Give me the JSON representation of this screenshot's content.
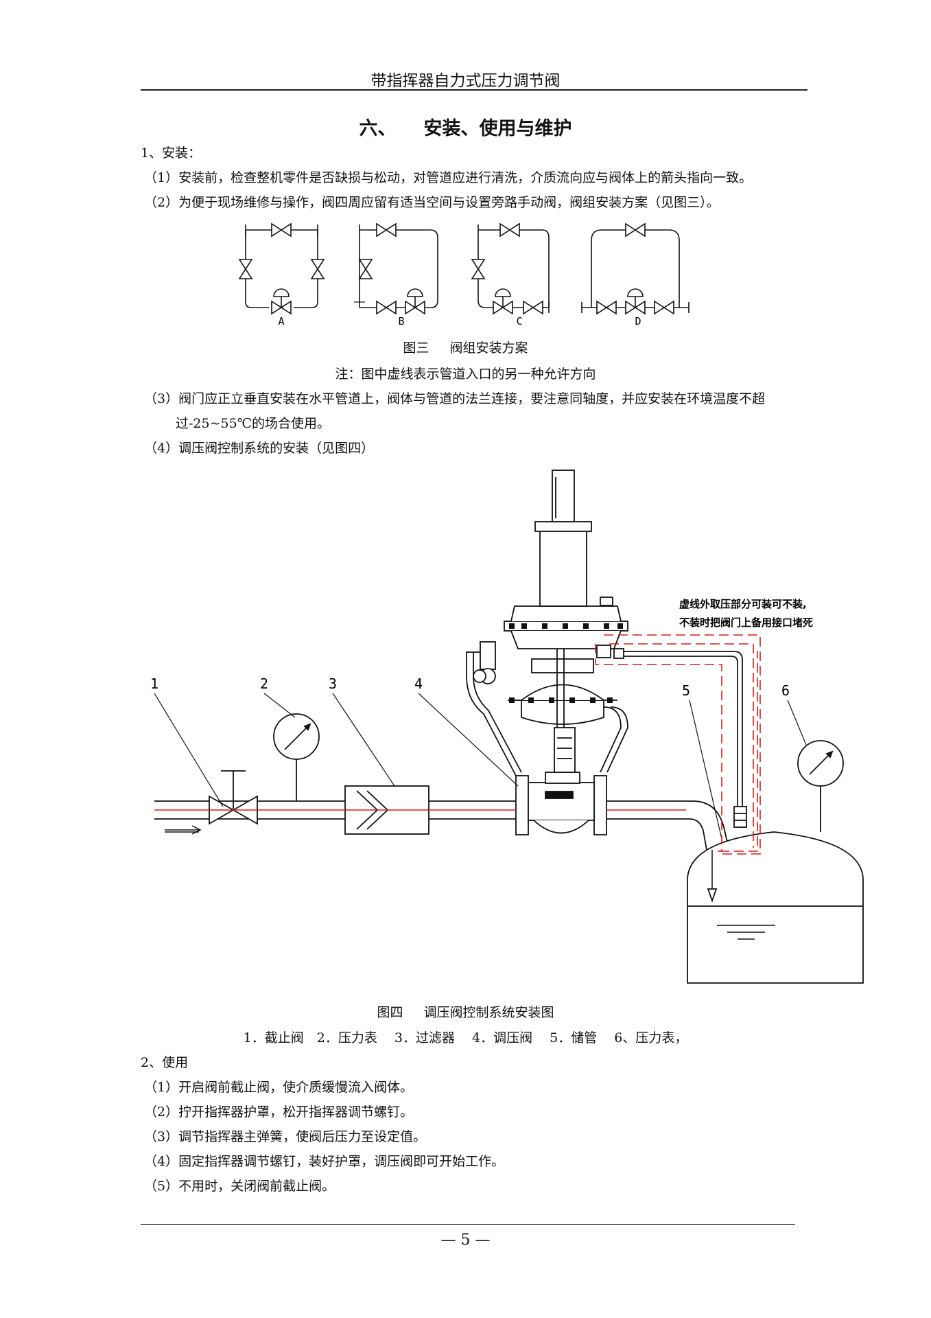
{
  "header": {
    "title": "带指挥器自力式压力调节阀"
  },
  "section": {
    "number": "六、",
    "title": "安装、使用与维护"
  },
  "install": {
    "heading": "1、安装：",
    "item1": "（1）安装前，检查整机零件是否缺损与松动，对管道应进行清洗，介质流向应与阀体上的箭头指向一致。",
    "item2": "（2）为便于现场维修与操作，阀四周应留有适当空间与设置旁路手动阀，阀组安装方案（见图三）。",
    "item3_line1": "（3）阀门应正立垂直安装在水平管道上，阀体与管道的法兰连接，要注意同轴度，并应安装在环境温度不超",
    "item3_line2": "过-25~55℃的场合使用。",
    "item4": "（4）调压阀控制系统的安装（见图四）"
  },
  "figure3": {
    "labels": [
      "A",
      "B",
      "C",
      "D"
    ],
    "caption_num": "图三",
    "caption_title": "阀组安装方案",
    "note": "注：图中虚线表示管道入口的另一种允许方向"
  },
  "figure4": {
    "numbers": [
      "1",
      "2",
      "3",
      "4",
      "5",
      "6"
    ],
    "annotation_line1": "虚线外取压部分可装可不装,",
    "annotation_line2": "不装时把阀门上备用接口堵死",
    "caption_num": "图四",
    "caption_title": "调压阀控制系统安装图",
    "legend": "1．截止阀　2．压力表　 3．过滤器　 4．调压阀　 5．储管　 6、压力表，"
  },
  "usage": {
    "heading": "2、使用",
    "items": [
      "（1）开启阀前截止阀，使介质缓慢流入阀体。",
      "（2）拧开指挥器护罩，松开指挥器调节螺钉。",
      "（3）调节指挥器主弹簧，使阀后压力至设定值。",
      "（4）固定指挥器调节螺钉，装好护罩，调压阀即可开始工作。",
      "（5）不用时，关闭阀前截止阀。"
    ]
  },
  "footer": {
    "page": "— 5 —"
  },
  "colors": {
    "dashed_line": "#d21f1f",
    "text": "#111111"
  }
}
